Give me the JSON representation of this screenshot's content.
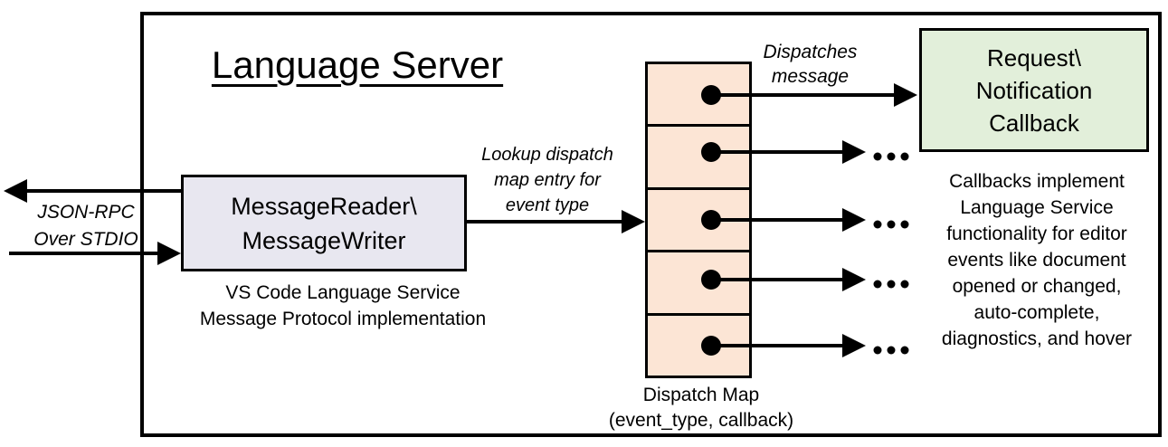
{
  "diagram": {
    "title": "Language Server"
  },
  "io_channel": {
    "label_line1": "JSON-RPC",
    "label_line2": "Over STDIO"
  },
  "message_box": {
    "line1": "MessageReader\\",
    "line2": "MessageWriter",
    "caption_line1": "VS Code Language Service",
    "caption_line2": "Message Protocol implementation"
  },
  "lookup_label": {
    "line1": "Lookup dispatch",
    "line2": "map entry for",
    "line3": "event type"
  },
  "dispatch_map": {
    "cell_count": 5,
    "caption_line1": "Dispatch Map",
    "caption_line2": "(event_type, callback)"
  },
  "dispatch_label": {
    "line1": "Dispatches",
    "line2": "message"
  },
  "callback_box": {
    "line1": "Request\\",
    "line2": "Notification",
    "line3": "Callback"
  },
  "callback_notes": {
    "lines": [
      "Callbacks implement",
      "Language Service",
      "functionality for editor",
      "events like document",
      "opened or changed,",
      "auto-complete,",
      "diagnostics, and hover"
    ]
  },
  "icons": {
    "ellipsis": "more-callbacks-ellipsis",
    "entry_dot": "dispatch-entry-dot",
    "arrow": "flow-arrow"
  },
  "colors": {
    "message_box_fill": "#e8e7f0",
    "dispatch_cell_fill": "#fce5d5",
    "callback_box_fill": "#e2efda",
    "line_color": "#000000",
    "background": "#ffffff"
  }
}
